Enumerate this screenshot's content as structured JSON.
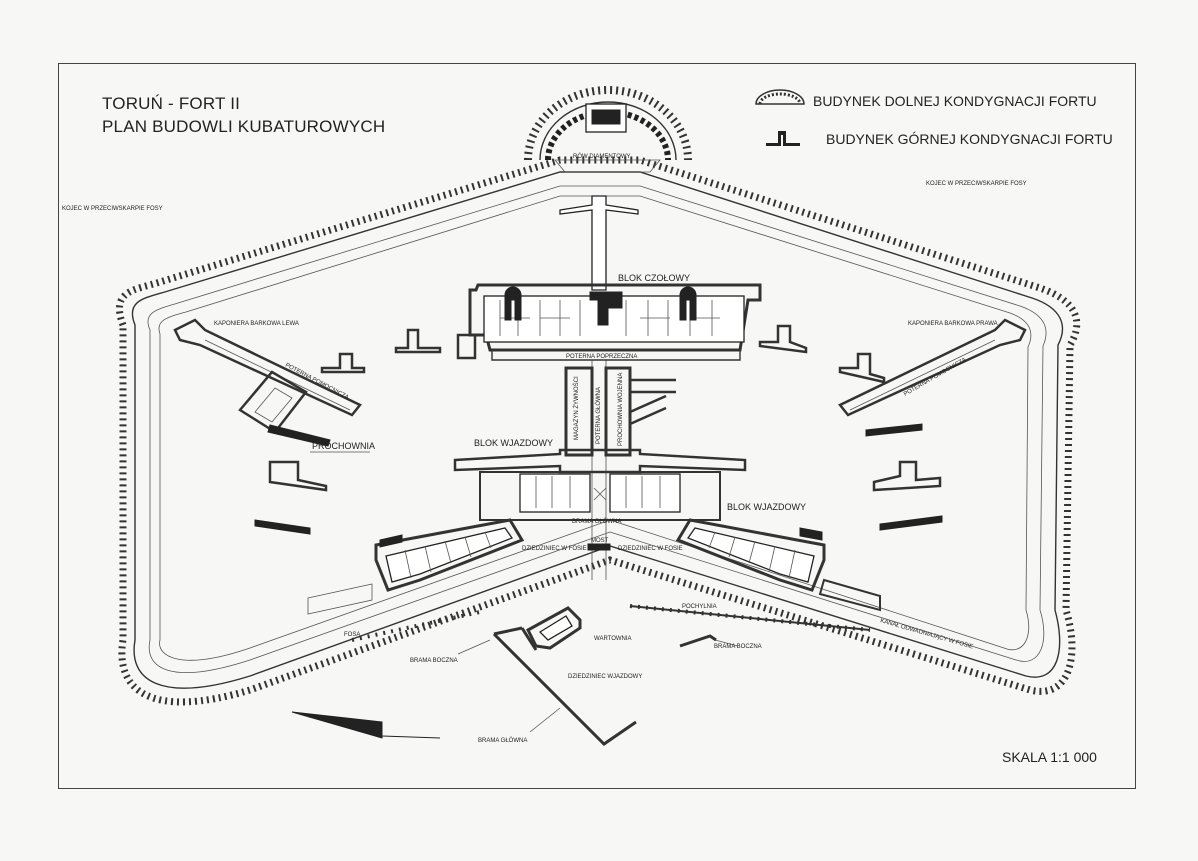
{
  "title": {
    "line1": "TORUŃ - FORT II",
    "line2": "PLAN BUDOWLI KUBATUROWYCH"
  },
  "legend": {
    "lower": "BUDYNEK DOLNEJ KONDYGNACJI FORTU",
    "upper": "BUDYNEK GÓRNEJ KONDYGNACJI FORTU"
  },
  "scale": "SKALA 1:1 000",
  "labels": {
    "row_diamentowy": "RÓW DIAMENTOWY",
    "kojec_left": "KOJEC W PRZECIWSKARPIE FOSY",
    "kojec_right": "KOJEC W PRZECIWSKARPIE FOSY",
    "blok_czolowy": "BLOK CZOŁOWY",
    "kaponiera_lewa": "KAPONIERA BARKOWA LEWA",
    "kaponiera_prawa": "KAPONIERA BARKOWA PRAWA",
    "poterna_pomocnicza_left": "POTERNA POMOCNICZA",
    "poterna_pomocnicza_right": "POTERNA POMOCNICZA",
    "poterna_poprzeczna": "POTERNA POPRZECZNA",
    "magazyn_zywnosci": "MAGAZYN ŻYWNOŚCI",
    "poterna_glowna": "POTERNA GŁÓWNA",
    "prochownia_wojenna": "PROCHOWNIA WOJENNA",
    "prochownia": "PROCHOWNIA",
    "blok_wjazdowy_left": "BLOK WJAZDOWY",
    "blok_wjazdowy_right": "BLOK WJAZDOWY",
    "brama_glowna_top": "BRAMA GŁÓWNA",
    "most": "MOST",
    "dziedziniec_w_fosie_left": "DZIEDZINIEC W FOSIE",
    "dziedziniec_w_fosie_right": "DZIEDZINIEC W FOSIE",
    "pochylnia": "POCHYLNIA",
    "kanal_odwadniajacy": "KANAŁ ODWADNIAJĄCY W FOSIE",
    "fosa": "FOSA",
    "wartownia": "WARTOWNIA",
    "brama_boczna_left": "BRAMA BOCZNA",
    "brama_boczna_right": "BRAMA BOCZNA",
    "dziedziniec_wjazdowy": "DZIEDZINIEC WJAZDOWY",
    "brama_glowna_bottom": "BRAMA GŁÓWNA"
  }
}
